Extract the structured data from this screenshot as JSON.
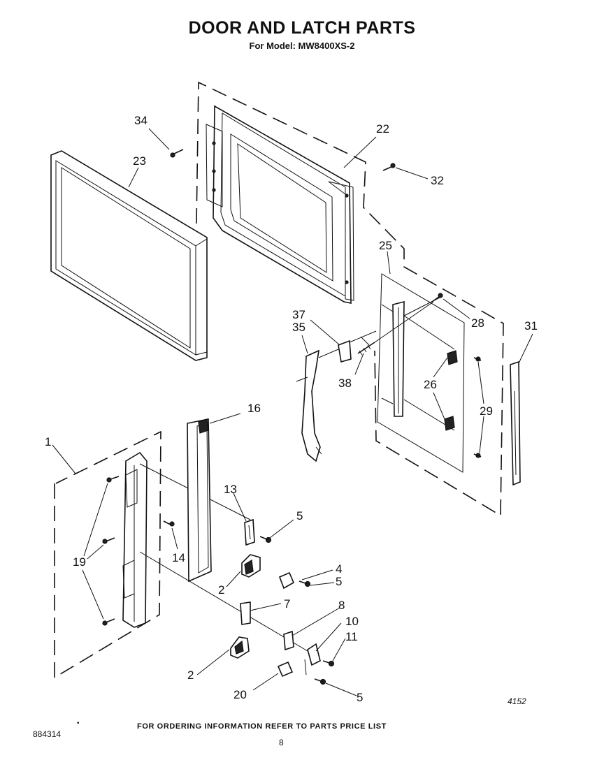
{
  "header": {
    "title": "DOOR AND LATCH PARTS",
    "subtitle": "For Model: MW8400XS-2"
  },
  "callouts": {
    "c1": "1",
    "c2a": "2",
    "c2b": "2",
    "c4": "4",
    "c5a": "5",
    "c5b": "5",
    "c5c": "5",
    "c7": "7",
    "c8": "8",
    "c10": "10",
    "c11": "11",
    "c13": "13",
    "c14": "14",
    "c16": "16",
    "c19": "19",
    "c20": "20",
    "c22": "22",
    "c23": "23",
    "c25": "25",
    "c26": "26",
    "c28": "28",
    "c29": "29",
    "c31": "31",
    "c32": "32",
    "c34": "34",
    "c35": "35",
    "c37": "37",
    "c38": "38"
  },
  "footer": {
    "bullet": "•",
    "order_info": "FOR ORDERING INFORMATION REFER TO PARTS PRICE LIST",
    "doc_number": "884314",
    "page_number": "8",
    "figure_number": "4152"
  }
}
